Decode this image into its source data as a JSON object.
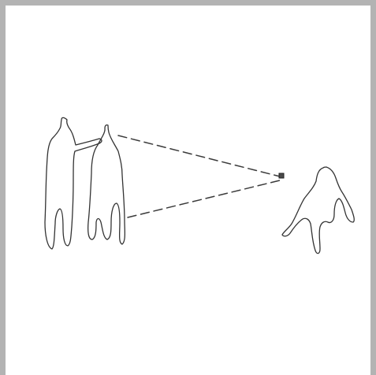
{
  "figures": [
    {
      "name": "left-observer"
    },
    {
      "name": "right-observer"
    },
    {
      "name": "lifted-observer"
    }
  ],
  "target": {
    "name": "small-square-target"
  },
  "colors": {
    "frame": "#b3b3b3",
    "ink": "#333333",
    "background": "#ffffff"
  }
}
